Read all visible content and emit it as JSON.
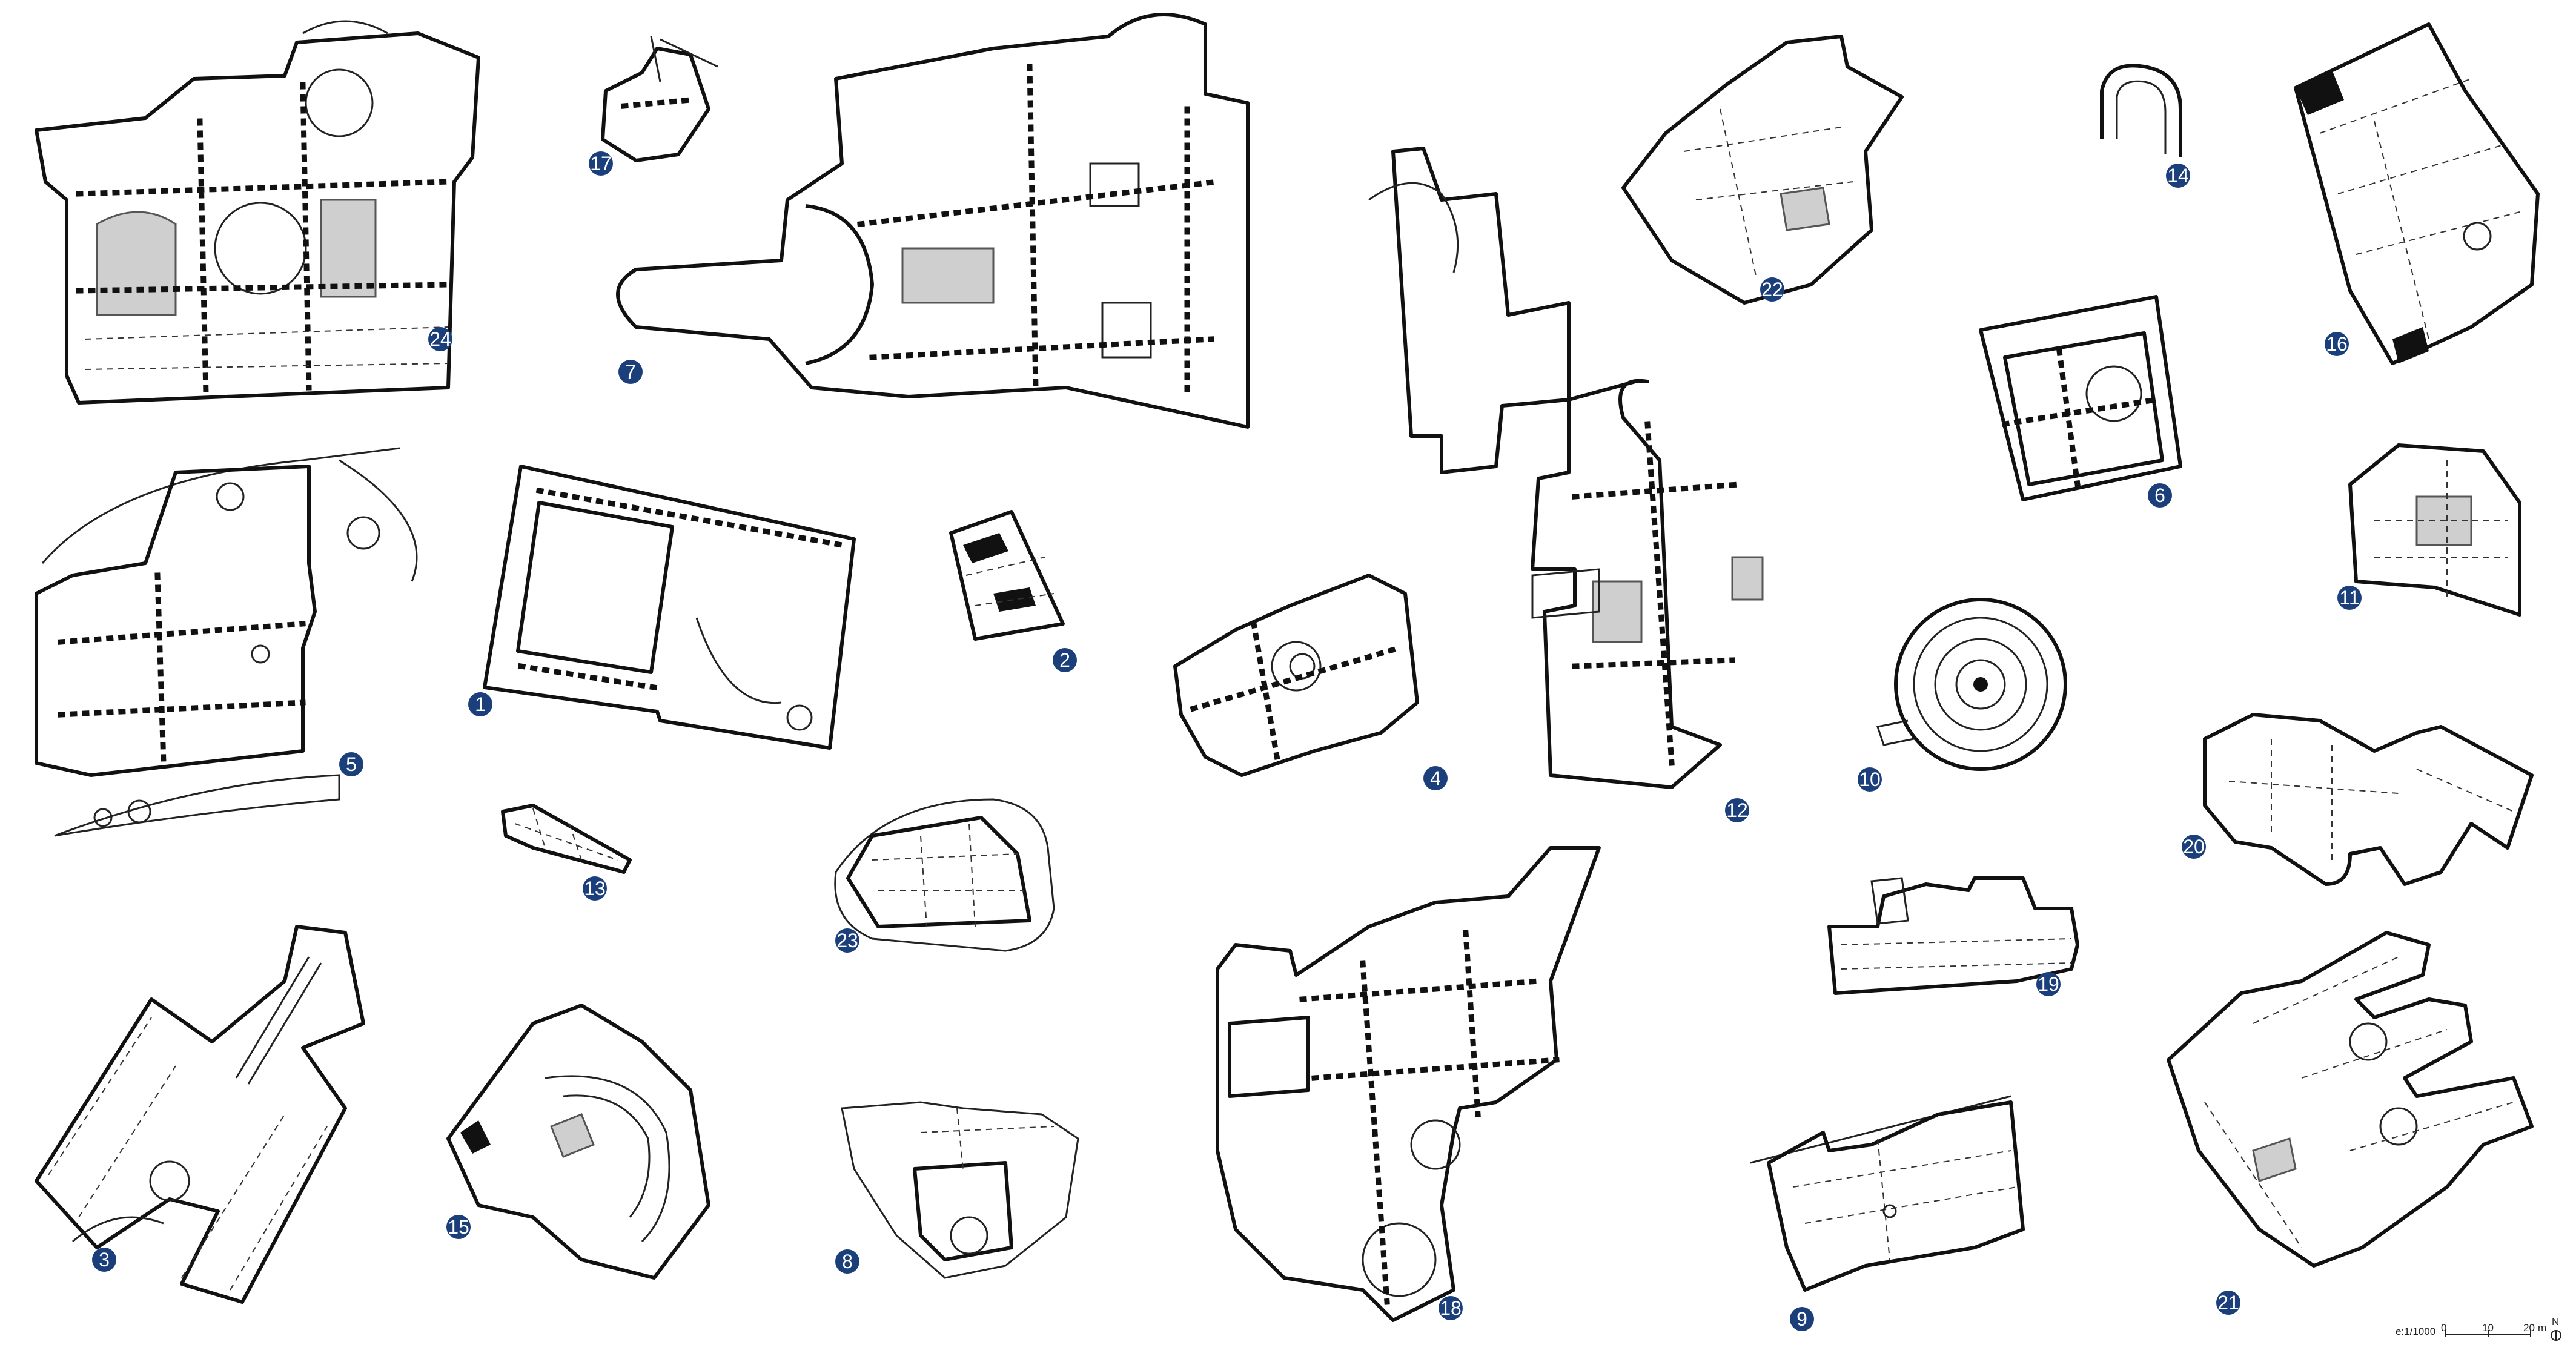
{
  "plans": [
    {
      "id": "plan-1",
      "number": "1"
    },
    {
      "id": "plan-2",
      "number": "2"
    },
    {
      "id": "plan-3",
      "number": "3"
    },
    {
      "id": "plan-4",
      "number": "4"
    },
    {
      "id": "plan-5",
      "number": "5"
    },
    {
      "id": "plan-6",
      "number": "6"
    },
    {
      "id": "plan-7",
      "number": "7"
    },
    {
      "id": "plan-8",
      "number": "8"
    },
    {
      "id": "plan-9",
      "number": "9"
    },
    {
      "id": "plan-10",
      "number": "10"
    },
    {
      "id": "plan-11",
      "number": "11"
    },
    {
      "id": "plan-12",
      "number": "12"
    },
    {
      "id": "plan-13",
      "number": "13"
    },
    {
      "id": "plan-14",
      "number": "14"
    },
    {
      "id": "plan-15",
      "number": "15"
    },
    {
      "id": "plan-16",
      "number": "16"
    },
    {
      "id": "plan-17",
      "number": "17"
    },
    {
      "id": "plan-18",
      "number": "18"
    },
    {
      "id": "plan-19",
      "number": "19"
    },
    {
      "id": "plan-20",
      "number": "20"
    },
    {
      "id": "plan-21",
      "number": "21"
    },
    {
      "id": "plan-22",
      "number": "22"
    },
    {
      "id": "plan-23",
      "number": "23"
    },
    {
      "id": "plan-24",
      "number": "24"
    }
  ],
  "badge_color": "#1b3f7a",
  "scale_bar": {
    "ratio": "e:1/1000",
    "tick_0": "0",
    "tick_10": "10",
    "tick_20": "20",
    "unit": "m",
    "north": "N"
  }
}
